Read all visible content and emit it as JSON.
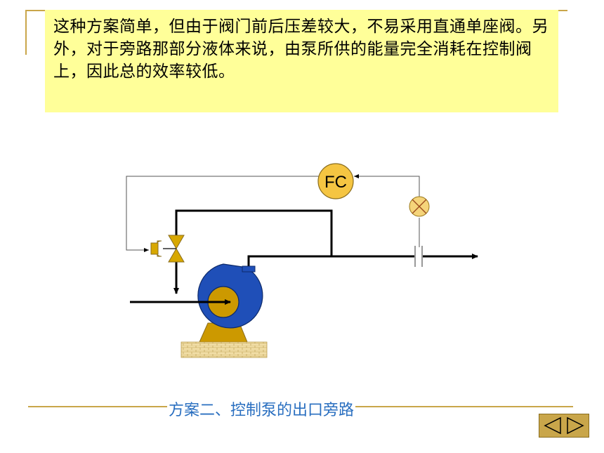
{
  "slide": {
    "paragraph": "这种方案简单，但由于阀门前后压差较大，不易采用直通单座阀。另外，对于旁路那部分液体来说，由泵所供的能量完全消耗在控制阀上，因此总的效率较低。",
    "caption": "方案二、控制泵的出口旁路"
  },
  "diagram": {
    "controller_label": "FC"
  },
  "nav": {
    "prev_icon": "triangle-left-icon",
    "next_icon": "triangle-right-icon"
  },
  "colors": {
    "frame": "#c9a64a",
    "text_box": "#ffff99",
    "pump_casing": "#1f4fb8",
    "pump_impeller": "#cc9900",
    "caption": "#2a6fc0",
    "nav_bg": "#c9a64a"
  }
}
